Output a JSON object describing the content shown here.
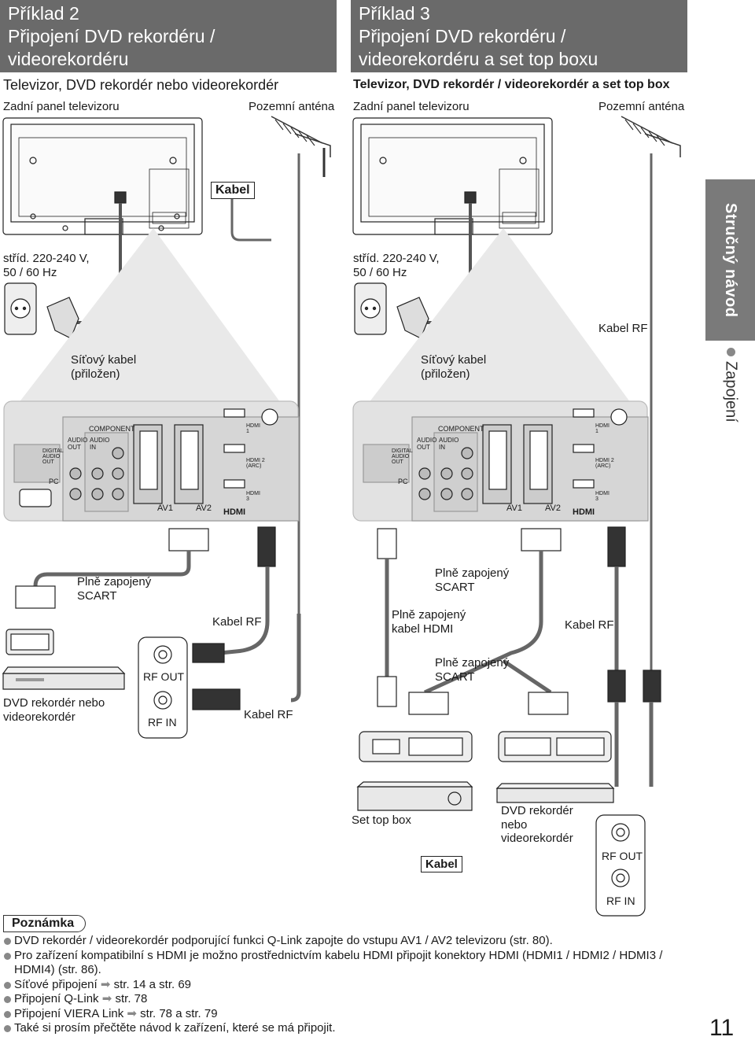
{
  "left": {
    "heading1": "Příklad 2",
    "heading2": "Připojení DVD rekordéru /",
    "heading3": "videorekordéru",
    "subtitle": "Televizor, DVD rekordér nebo videorekordér",
    "rear_panel": "Zadní panel televizoru",
    "antenna": "Pozemní anténa",
    "cable_box": "Kabel",
    "power1": "stříd. 220-240 V,",
    "power2": "50 / 60 Hz",
    "mains1": "Síťový kabel",
    "mains2": "(přiložen)",
    "scart1": "Plně zapojený",
    "scart2": "SCART",
    "rf_cable1": "Kabel RF",
    "rf_cable2": "Kabel RF",
    "rf_out": "RF OUT",
    "rf_in": "RF IN",
    "device1": "DVD rekordér nebo",
    "device2": "videorekordér"
  },
  "right": {
    "heading1": "Příklad 3",
    "heading2": "Připojení DVD rekordéru /",
    "heading3": "videorekordéru a set top boxu",
    "subtitle": "Televizor, DVD rekordér / videorekordér a set top box",
    "rear_panel": "Zadní panel televizoru",
    "antenna": "Pozemní anténa",
    "power1": "stříd. 220-240 V,",
    "power2": "50 / 60 Hz",
    "mains1": "Síťový kabel",
    "mains2": "(přiložen)",
    "rf_cable_top": "Kabel RF",
    "scart_a1": "Plně zapojený",
    "scart_a2": "SCART",
    "hdmi1": "Plně zapojený",
    "hdmi2": "kabel HDMI",
    "rf_cable_mid": "Kabel RF",
    "scart_b1": "Plně zapojený",
    "scart_b2": "SCART",
    "stb": "Set top box",
    "cable_box": "Kabel",
    "device1": "DVD rekordér",
    "device2": "nebo",
    "device3": "videorekordér",
    "rf_out": "RF OUT",
    "rf_in": "RF IN"
  },
  "panel_labels": {
    "component": "COMPONENT",
    "audio_out": "AUDIO OUT",
    "audio_in": "AUDIO IN",
    "digital": "DIGITAL AUDIO OUT",
    "pc": "PC",
    "av1": "AV1",
    "av2": "AV2",
    "hdmi1": "HDMI 1",
    "hdmi2": "HDMI 2 (ARC)",
    "hdmi3": "HDMI 3",
    "hdmi_logo": "HDMI"
  },
  "sidebar": {
    "tab": "Stručný návod",
    "section": "Zapojení"
  },
  "notes": {
    "title": "Poznámka",
    "items": [
      "DVD rekordér / videorekordér podporující funkci Q-Link zapojte do vstupu AV1 / AV2 televizoru (str. 80).",
      "Pro zařízení kompatibilní s HDMI je možno prostřednictvím kabelu HDMI připojit konektory HDMI (HDMI1 / HDMI2 / HDMI3 / HDMI4) (str. 86)."
    ],
    "refs": [
      {
        "label": "Síťové připojení",
        "ref": "str. 14 a str. 69"
      },
      {
        "label": "Připojení Q-Link",
        "ref": "str. 78"
      },
      {
        "label": "Připojení VIERA Link",
        "ref": "str. 78 a str. 79"
      }
    ],
    "last": "Také si prosím přečtěte návod k zařízení, které se má připojit."
  },
  "page_number": "11"
}
